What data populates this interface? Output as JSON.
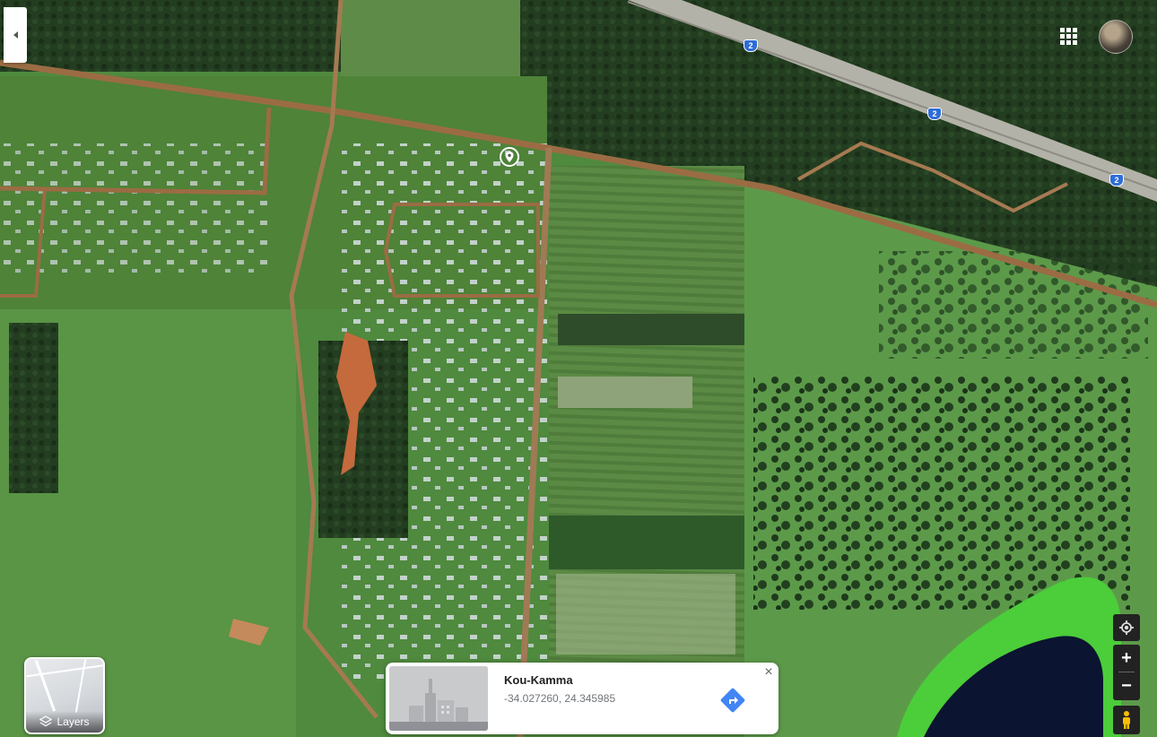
{
  "map": {
    "type": "satellite",
    "highway_number": "2"
  },
  "layers": {
    "label": "Layers"
  },
  "place_card": {
    "title": "Kou-Kamma",
    "coordinates": "-34.027260, 24.345985",
    "close_glyph": "×"
  },
  "controls": {
    "zoom_in": "+",
    "zoom_out": "−"
  },
  "icons": {
    "collapse": "collapse-panel-icon",
    "apps": "apps-grid-icon",
    "avatar": "account-avatar",
    "pin": "place-pin-icon",
    "directions": "directions-icon",
    "my_location": "my-location-icon",
    "street_view": "pegman-icon",
    "layers": "layers-icon"
  },
  "colors": {
    "directions": "#4285f4",
    "highway_shield": "#2e6cd8"
  }
}
